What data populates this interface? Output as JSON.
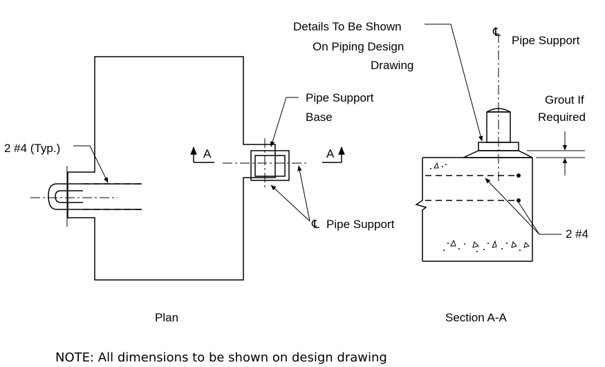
{
  "labels": {
    "typ_bars": "2 #4 (Typ.)",
    "pipe_support_base_1": "Pipe Support",
    "pipe_support_base_2": "Base",
    "cl_pipe_support_plan": "Pipe Support",
    "section_a_left": "A",
    "section_a_right": "A",
    "details_1": "Details To Be Shown",
    "details_2": "On Piping Design",
    "details_3": "Drawing",
    "cl_pipe_support_section": "Pipe Support",
    "grout_1": "Grout If",
    "grout_2": "Required",
    "bars_section": "2 #4",
    "cl_symbol": "℄"
  },
  "captions": {
    "plan": "Plan",
    "section": "Section A-A"
  },
  "note": "NOTE:  All dimensions to be shown on design drawing"
}
